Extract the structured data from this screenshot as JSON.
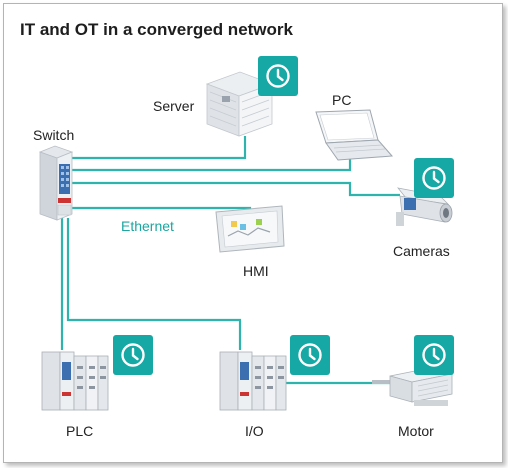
{
  "title": "IT and OT in a converged network",
  "labels": {
    "switch": "Switch",
    "server": "Server",
    "pc": "PC",
    "ethernet": "Ethernet",
    "hmi": "HMI",
    "cameras": "Cameras",
    "plc": "PLC",
    "io": "I/O",
    "motor": "Motor"
  },
  "colors": {
    "link": "#2eb3ad",
    "badge": "#15a8a4",
    "text": "#222222"
  },
  "icons": [
    "clock-icon"
  ]
}
